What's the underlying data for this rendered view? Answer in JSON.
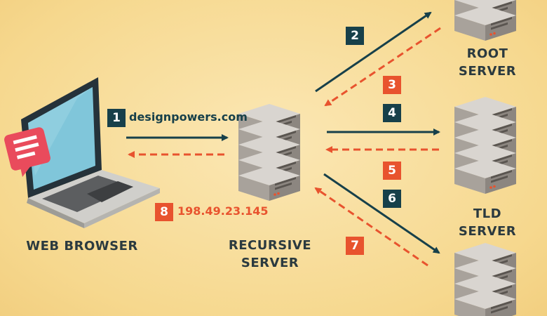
{
  "labels": {
    "web_browser": "WEB BROWSER",
    "recursive_server": "RECURSIVE\nSERVER",
    "root_server": "ROOT\nSERVER",
    "tld_server": "TLD\nSERVER"
  },
  "steps": [
    {
      "num": "1",
      "text": "designpowers.com"
    },
    {
      "num": "2"
    },
    {
      "num": "3"
    },
    {
      "num": "4"
    },
    {
      "num": "5"
    },
    {
      "num": "6"
    },
    {
      "num": "7"
    },
    {
      "num": "8",
      "text": "198.49.23.145"
    }
  ],
  "colors": {
    "background": "#f6d88e",
    "request_arrow": "#17404a",
    "response_arrow": "#e8532e",
    "server_body": "#a09a93",
    "laptop_screen": "#7fc4d8",
    "chat_bubble": "#e94b5c"
  },
  "icons": [
    "laptop-icon",
    "chat-bubble-icon",
    "server-rack-icon"
  ]
}
